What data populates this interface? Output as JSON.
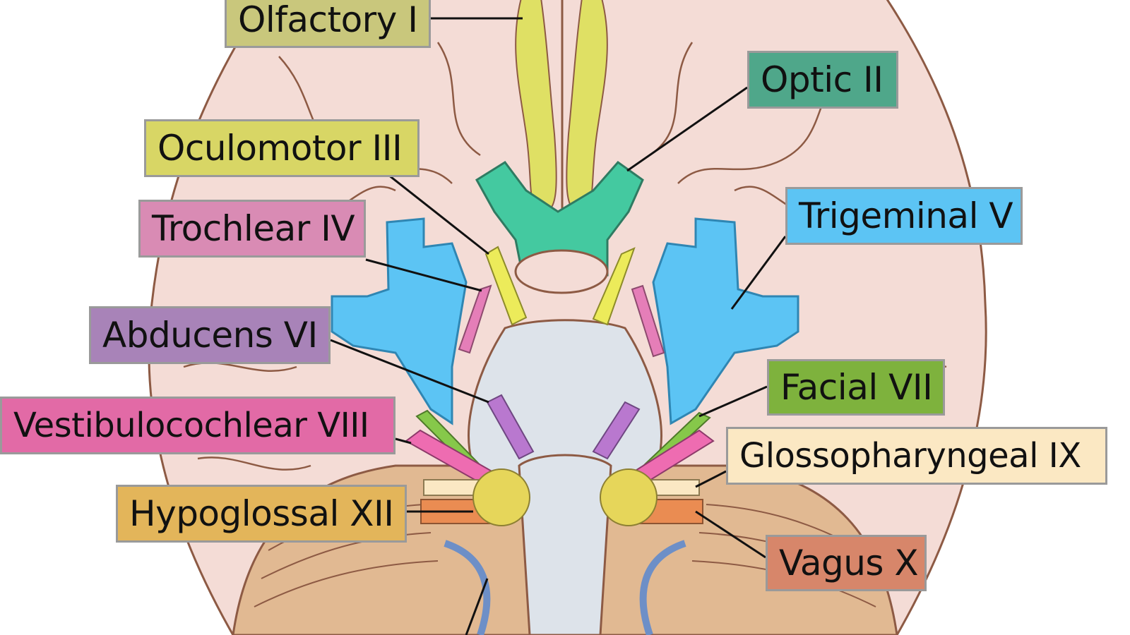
{
  "nerves": [
    {
      "id": "olfactory",
      "label": "Olfactory I",
      "color": "#c9c77c"
    },
    {
      "id": "optic",
      "label": "Optic II",
      "color": "#4fa78a"
    },
    {
      "id": "oculomotor",
      "label": "Oculomotor III",
      "color": "#d8d665"
    },
    {
      "id": "trochlear",
      "label": "Trochlear IV",
      "color": "#d98bb4"
    },
    {
      "id": "trigeminal",
      "label": "Trigeminal V",
      "color": "#5cc4f4"
    },
    {
      "id": "abducens",
      "label": "Abducens VI",
      "color": "#a883b8"
    },
    {
      "id": "facial",
      "label": "Facial VII",
      "color": "#7eb23d"
    },
    {
      "id": "vestibulo",
      "label": "Vestibulocochlear VIII",
      "color": "#e26aa6"
    },
    {
      "id": "glosso",
      "label": "Glossopharyngeal IX",
      "color": "#fbe8c3"
    },
    {
      "id": "hypoglossal",
      "label": "Hypoglossal XII",
      "color": "#e3b55a"
    },
    {
      "id": "vagus",
      "label": "Vagus X",
      "color": "#d7866a"
    }
  ]
}
